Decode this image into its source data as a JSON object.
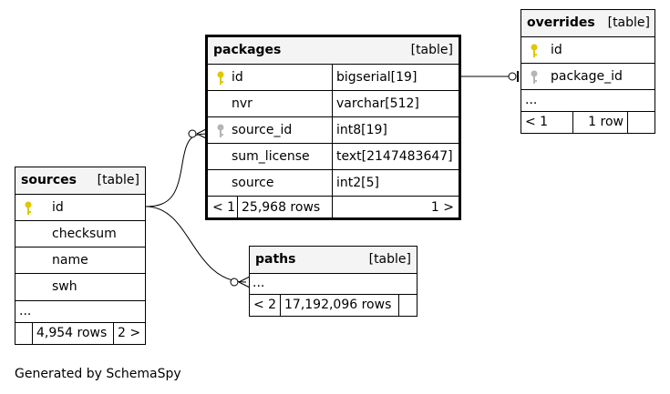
{
  "tables": {
    "packages": {
      "name": "packages",
      "kind": "[table]",
      "columns": [
        {
          "name": "id",
          "type": "bigserial[19]",
          "key": "primary"
        },
        {
          "name": "nvr",
          "type": "varchar[512]",
          "key": "none"
        },
        {
          "name": "source_id",
          "type": "int8[19]",
          "key": "foreign"
        },
        {
          "name": "sum_license",
          "type": "text[2147483647]",
          "key": "none"
        },
        {
          "name": "source",
          "type": "int2[5]",
          "key": "none"
        }
      ],
      "parents": "< 1",
      "rows": "25,968 rows",
      "children": "1 >"
    },
    "overrides": {
      "name": "overrides",
      "kind": "[table]",
      "columns": [
        {
          "name": "id",
          "key": "primary"
        },
        {
          "name": "package_id",
          "key": "foreign"
        }
      ],
      "more": "...",
      "parents": "< 1",
      "rows": "1 row",
      "children": ""
    },
    "sources": {
      "name": "sources",
      "kind": "[table]",
      "columns": [
        {
          "name": "id",
          "key": "primary"
        },
        {
          "name": "checksum",
          "key": "none"
        },
        {
          "name": "name",
          "key": "none"
        },
        {
          "name": "swh",
          "key": "none"
        }
      ],
      "more": "...",
      "parents": "",
      "rows": "4,954 rows",
      "children": "2 >"
    },
    "paths": {
      "name": "paths",
      "kind": "[table]",
      "more": "...",
      "parents": "< 2",
      "rows": "17,192,096 rows",
      "children": ""
    }
  },
  "footer": "Generated by SchemaSpy",
  "colors": {
    "primary_key": "#e0c700",
    "foreign_key": "#b5b5b5",
    "header_bg": "#f4f4f4"
  }
}
